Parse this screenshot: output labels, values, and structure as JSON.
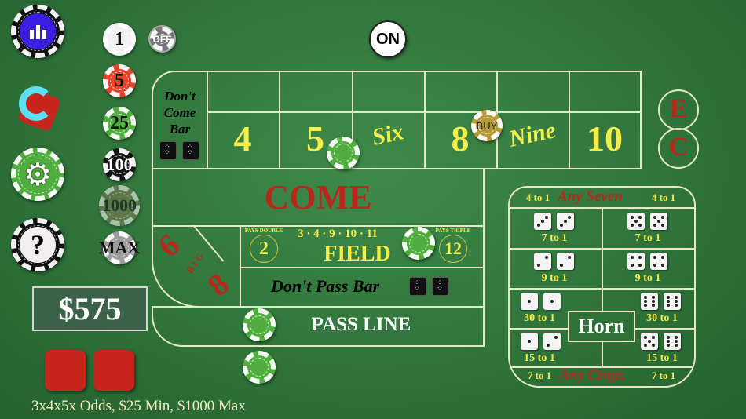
{
  "menu": {
    "stats": "stats-icon",
    "reroll": "reroll-dice-icon",
    "settings": "gear-icon",
    "help": "?"
  },
  "chips": [
    {
      "label": "1",
      "color": "#f2f2f2"
    },
    {
      "label": "5",
      "color": "#e3442b"
    },
    {
      "label": "25",
      "color": "#4fae3e"
    },
    {
      "label": "100",
      "color": "#151515"
    },
    {
      "label": "1000",
      "color": "#7a7755"
    },
    {
      "label": "MAX",
      "color": "#9c9c9c"
    }
  ],
  "toggle_off": "OFF",
  "toggle_on": "ON",
  "bankroll": "$575",
  "table_info": "3x4x5x Odds, $25 Min, $1000 Max",
  "board": {
    "dont_come_bar": "Don't Come Bar",
    "points": [
      "4",
      "5",
      "Six",
      "8",
      "Nine",
      "10"
    ],
    "buy_label": "BUY",
    "come": "COME",
    "field": "FIELD",
    "field_numbers": "3 · 4 · 9 · 10 · 11",
    "pays_double": "PAYS DOUBLE",
    "field_2": "2",
    "pays_triple": "PAYS TRIPLE",
    "field_12": "12",
    "big6": "6",
    "big8": "8",
    "big": "BIG",
    "dont_pass_bar": "Don't Pass Bar",
    "pass_line": "PASS LINE",
    "e": "E",
    "c": "C"
  },
  "props": {
    "any_seven": "Any Seven",
    "any_seven_odds": "4 to 1",
    "hard": [
      {
        "odds": "7 to 1",
        "pips": 3
      },
      {
        "odds": "7 to 1",
        "pips": 5
      },
      {
        "odds": "9 to 1",
        "pips": 2
      },
      {
        "odds": "9 to 1",
        "pips": 4
      }
    ],
    "horn": "Horn",
    "aces_odds": "30 to 1",
    "twelve_odds": "30 to 1",
    "three_odds": "15 to 1",
    "eleven_odds": "15 to 1",
    "any_craps": "Any Craps",
    "any_craps_odds": "7 to 1"
  },
  "colors": {
    "felt": "#2f7239",
    "board_line": "#e6e8c4",
    "accent_yellow": "#f5ee4a",
    "accent_red": "#b8281c"
  }
}
